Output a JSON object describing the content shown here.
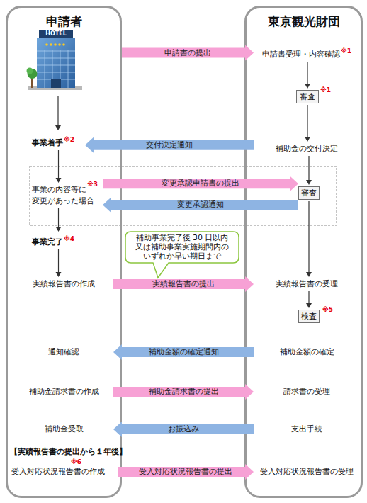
{
  "diagram": {
    "nodes": [
      {
        "text": [
          "申請者"
        ]
      },
      {
        "text": [
          "東京観光財団"
        ]
      },
      {
        "text": [
          "申請書受理・内容確認",
          "※1"
        ],
        "in": 1
      },
      {
        "text": [
          "審査",
          "※1"
        ],
        "in": 1
      },
      {
        "text": [
          "事業着手",
          "※2"
        ],
        "in": 0
      },
      {
        "text": [
          "補助金の交付決定"
        ],
        "in": 1
      },
      {
        "text": [
          "事業の内容等に 変更があった場合",
          "※3"
        ],
        "in": 0
      },
      {
        "text": [
          "審査"
        ],
        "in": 1
      },
      {
        "text": [
          "事業完了",
          "※4"
        ],
        "in": 0
      },
      {
        "text": [
          "補助事業完了後 30 日以内 又は補助事業実施期間内の いずれか早い期日まで"
        ]
      },
      {
        "text": [
          "実績報告書の作成"
        ],
        "in": 0
      },
      {
        "text": [
          "実績報告書の受理"
        ],
        "in": 1
      },
      {
        "text": [
          "検査",
          "※5"
        ],
        "in": 1
      },
      {
        "text": [
          "通知確認"
        ],
        "in": 0
      },
      {
        "text": [
          "補助金額の確定"
        ],
        "in": 1
      },
      {
        "text": [
          "補助金請求書の作成"
        ],
        "in": 0
      },
      {
        "text": [
          "請求書の受理"
        ],
        "in": 1
      },
      {
        "text": [
          "補助金受取"
        ],
        "in": 0
      },
      {
        "text": [
          "支出手続"
        ],
        "in": 1
      },
      {
        "text": [
          "受入対応状況報告書の作成",
          "※6"
        ],
        "in": 0
      },
      {
        "text": [
          "受入対応状況報告書の受理"
        ],
        "in": 1
      }
    ],
    "edges": [
      {
        "from": 0,
        "to": 2,
        "label": "申請書の提出",
        "arrow": "to"
      },
      {
        "from": 2,
        "to": 3,
        "arrow": "to"
      },
      {
        "from": 3,
        "to": 5,
        "arrow": "to"
      },
      {
        "from": 5,
        "to": 4,
        "label": "交付決定通知",
        "arrow": "to"
      },
      {
        "from": 4,
        "to": 6,
        "arrow": "to"
      },
      {
        "from": 6,
        "to": 7,
        "label": "変更承認申請書の提出",
        "arrow": "to"
      },
      {
        "from": 7,
        "to": 6,
        "label": "変更承認通知",
        "arrow": "to"
      },
      {
        "from": 5,
        "to": 7,
        "arrow": "to"
      },
      {
        "from": 6,
        "to": 8,
        "arrow": "to"
      },
      {
        "from": 7,
        "to": 11,
        "arrow": "to"
      },
      {
        "from": 8,
        "to": 10,
        "arrow": "to"
      },
      {
        "from": 10,
        "to": 11,
        "label": "実績報告書の提出",
        "arrow": "to"
      },
      {
        "from": 11,
        "to": 12,
        "arrow": "to"
      },
      {
        "from": 14,
        "to": 13,
        "label": "補助金額の確定通知",
        "arrow": "to"
      },
      {
        "from": 15,
        "to": 16,
        "label": "補助金請求書の提出",
        "arrow": "to"
      },
      {
        "from": 18,
        "to": 17,
        "label": "お振込み",
        "arrow": "to"
      },
      {
        "from": 19,
        "to": 20,
        "label": "受入対応状況報告書の提出",
        "arrow": "to"
      }
    ],
    "labels": [
      "HOTEL",
      "【実績報告書の提出から１年後】"
    ]
  }
}
